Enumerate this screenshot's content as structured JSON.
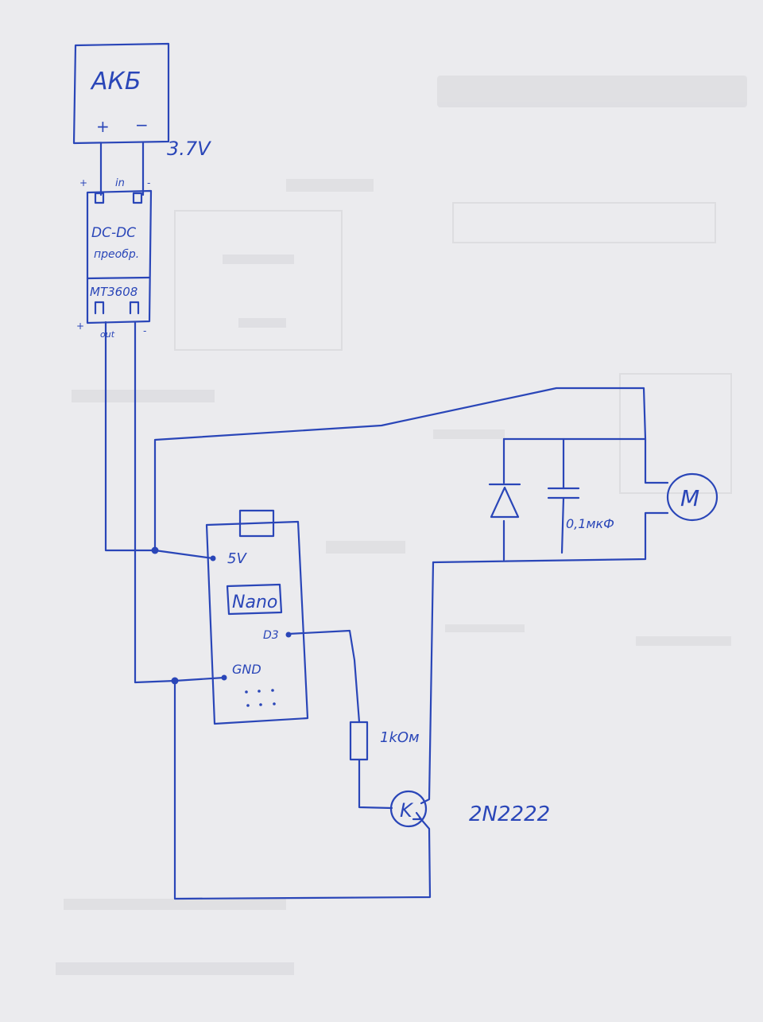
{
  "battery": {
    "label": "АКБ",
    "plus": "+",
    "minus": "−",
    "voltage": "3.7V"
  },
  "converter": {
    "line1": "DC-DC",
    "line2": "преобр.",
    "model": "MT3608",
    "in_label": "in",
    "out_label": "out",
    "in_plus": "+",
    "in_minus": "-",
    "out_plus": "+",
    "out_minus": "-"
  },
  "board": {
    "name": "Nano",
    "pin_5v": "5V",
    "pin_gnd": "GND",
    "pin_d3": "D3"
  },
  "resistor": {
    "value": "1kОм"
  },
  "transistor": {
    "symbol": "K",
    "model": "2N2222"
  },
  "capacitor": {
    "value": "0,1мкФ"
  },
  "motor": {
    "symbol": "M"
  },
  "colors": {
    "ink": "#2a46b8",
    "paper": "#ebebee"
  }
}
